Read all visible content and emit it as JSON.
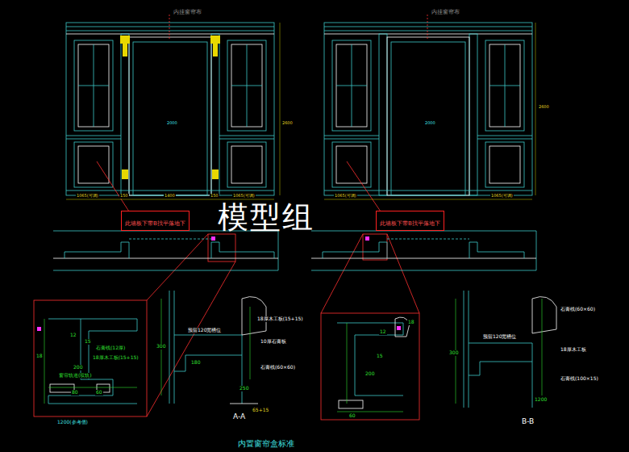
{
  "diagram": {
    "caption": "内置窗帘盒标准",
    "nodes": [
      {
        "text": [
          "此墙板下带B找平落地下"
        ]
      },
      {
        "text": [
          "此墙板下带B找平落地下"
        ]
      }
    ],
    "labels": [
      "内挂窗帘布",
      "内挂窗帘布",
      "模型组",
      "1065(可调)",
      "150",
      "1400",
      "150",
      "1065(可调)",
      "1065(可调)",
      "1065(可调)",
      "2600",
      "2600",
      "2000",
      "2000",
      "200",
      "80",
      "60",
      "18",
      "12",
      "15",
      "石膏线(12厚)",
      "18厚木工板(15+15)",
      "窗帘轨道(双轨)",
      "1200(参考值)",
      "预留120宽槽位",
      "300",
      "180",
      "10厚石膏板",
      "18厚木工板(15+15)",
      "石膏线(60×60)",
      "250",
      "65+15",
      "200",
      "60",
      "12",
      "15",
      "18",
      "A-A",
      "预留120宽槽位",
      "300",
      "石膏线(60×60)",
      "18厚木工板",
      "石膏线(100×15)",
      "1200",
      "B-B"
    ]
  }
}
